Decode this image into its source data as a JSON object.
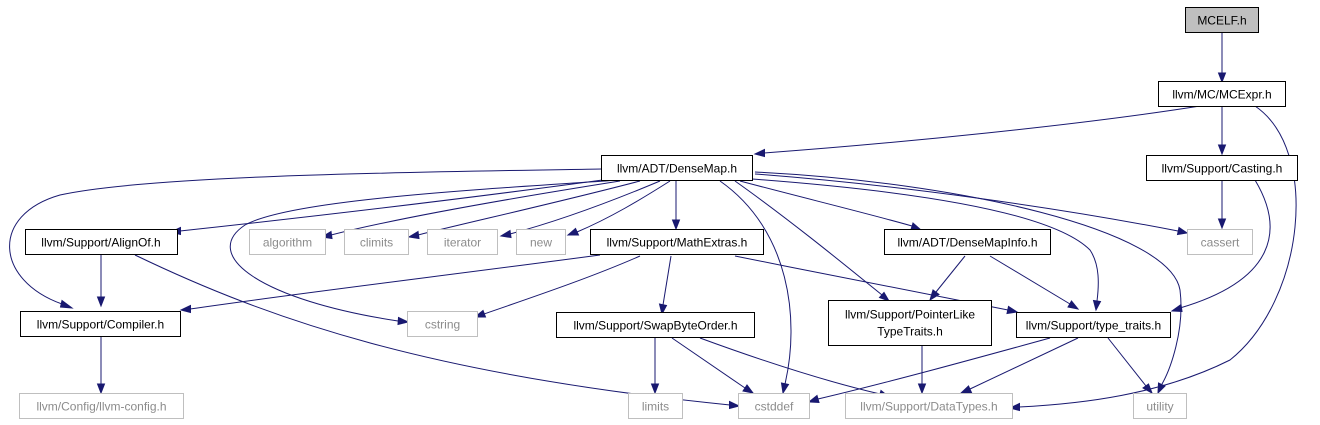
{
  "nodes": {
    "mcelf": "MCELF.h",
    "mcexpr": "llvm/MC/MCExpr.h",
    "densemap": "llvm/ADT/DenseMap.h",
    "casting": "llvm/Support/Casting.h",
    "alignof": "llvm/Support/AlignOf.h",
    "algorithm": "algorithm",
    "climits": "climits",
    "iterator": "iterator",
    "new": "new",
    "mathextras": "llvm/Support/MathExtras.h",
    "densemapinfo": "llvm/ADT/DenseMapInfo.h",
    "cassert": "cassert",
    "compiler": "llvm/Support/Compiler.h",
    "cstring": "cstring",
    "swapbyteorder": "llvm/Support/SwapByteOrder.h",
    "pointerlike_line1": "llvm/Support/PointerLike",
    "pointerlike_line2": "TypeTraits.h",
    "typetraits": "llvm/Support/type_traits.h",
    "llvmconfig": "llvm/Config/llvm-config.h",
    "limits": "limits",
    "cstddef": "cstddef",
    "datatypes": "llvm/Support/DataTypes.h",
    "utility": "utility"
  }
}
